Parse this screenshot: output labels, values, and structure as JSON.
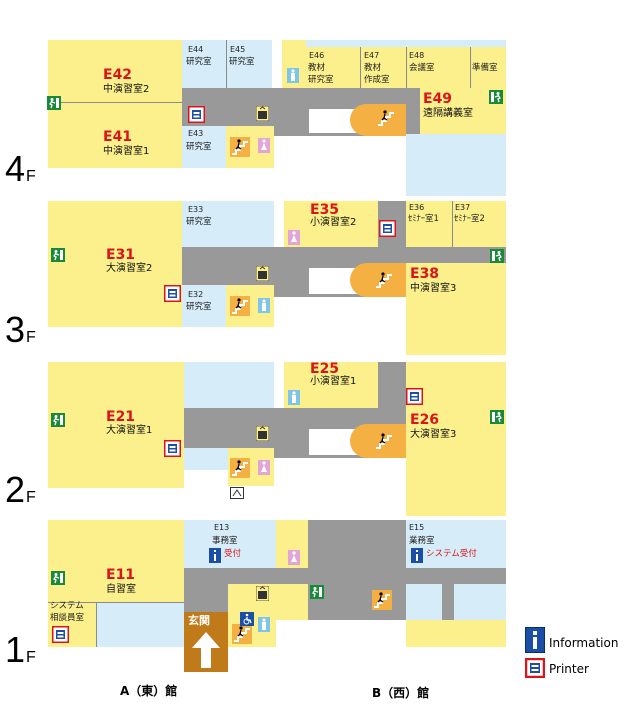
{
  "floors": [
    {
      "label": "4",
      "unit": "F"
    },
    {
      "label": "3",
      "unit": "F"
    },
    {
      "label": "2",
      "unit": "F"
    },
    {
      "label": "1",
      "unit": "F"
    }
  ],
  "rooms": {
    "e42": {
      "num": "E42",
      "name": "中演習室2"
    },
    "e41": {
      "num": "E41",
      "name": "中演習室1"
    },
    "e44": {
      "num": "E44",
      "name": "研究室"
    },
    "e45": {
      "num": "E45",
      "name": "研究室"
    },
    "e43": {
      "num": "E43",
      "name": "研究室"
    },
    "e46": {
      "num": "E46",
      "name1": "教材",
      "name2": "研究室"
    },
    "e47": {
      "num": "E47",
      "name1": "教材",
      "name2": "作成室"
    },
    "e48": {
      "num": "E48",
      "name": "会議室"
    },
    "prep": {
      "name": "準備室"
    },
    "e49": {
      "num": "E49",
      "name": "遠隔講義室"
    },
    "e31": {
      "num": "E31",
      "name": "大演習室2"
    },
    "e33": {
      "num": "E33",
      "name": "研究室"
    },
    "e32": {
      "num": "E32",
      "name": "研究室"
    },
    "e35": {
      "num": "E35",
      "name": "小演習室2"
    },
    "e36": {
      "num": "E36",
      "name": "ｾﾐﾅｰ室1"
    },
    "e37": {
      "num": "E37",
      "name": "ｾﾐﾅｰ室2"
    },
    "e38": {
      "num": "E38",
      "name": "中演習室3"
    },
    "e21": {
      "num": "E21",
      "name": "大演習室1"
    },
    "e25": {
      "num": "E25",
      "name": "小演習室1"
    },
    "e26": {
      "num": "E26",
      "name": "大演習室3"
    },
    "e11": {
      "num": "E11",
      "name": "自習室"
    },
    "e13": {
      "num": "E13",
      "name": "事務室",
      "reception": "受付"
    },
    "e15": {
      "num": "E15",
      "name": "業務室",
      "reception": "システム受付"
    },
    "consult": {
      "name1": "システム",
      "name2": "相談員室"
    }
  },
  "entrance": "玄関",
  "buildings": {
    "a": "A（東）館",
    "b": "B（西）館"
  },
  "legend": {
    "information": "Information",
    "printer": "Printer"
  },
  "colors": {
    "room": "#fcf08c",
    "office": "#d6ecf8",
    "corridor": "#999999",
    "stairs": "#f5b043",
    "entrance": "#c07a1a",
    "room_number": "#d9151b",
    "info": "#1b4fa6",
    "printer": "#d9151b"
  }
}
